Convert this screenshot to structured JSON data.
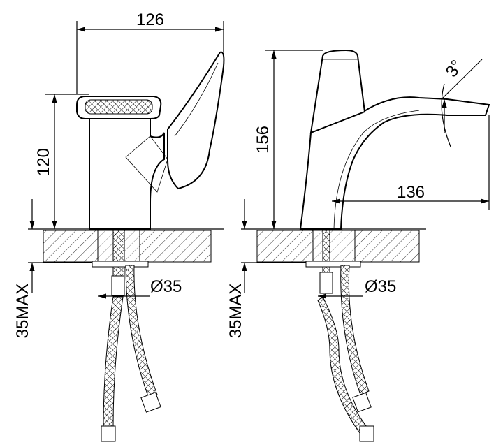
{
  "front_view": {
    "width_label": "126",
    "height_label": "120",
    "diameter_label": "Ø35",
    "max_thickness_label": "35MAX"
  },
  "side_view": {
    "height_label": "156",
    "reach_label": "136",
    "angle_label": "3°",
    "diameter_label": "Ø35",
    "max_thickness_label": "35MAX"
  },
  "colors": {
    "line": "#000000",
    "background": "#ffffff"
  }
}
